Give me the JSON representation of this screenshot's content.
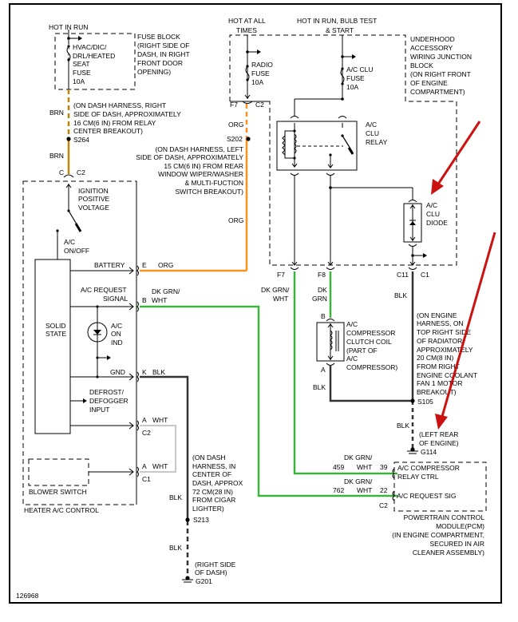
{
  "colors": {
    "brn": "#b8860b",
    "org": "#f7931e",
    "dkgrn_wht": "#3cb43c",
    "dk_grn": "#33bb22",
    "blk": "#333333",
    "wht": "#c8c8c8",
    "annotation_arrow": "#cc1111"
  },
  "fuse_block": {
    "power_label": "HOT IN RUN",
    "fuse_lines": [
      "HVAC/DIC/",
      "DRL/HEATED",
      "SEAT",
      "FUSE",
      "10A"
    ],
    "location_lines": [
      "FUSE BLOCK",
      "(RIGHT SIDE OF",
      "DASH, IN RIGHT",
      "FRONT DOOR",
      "OPENING)"
    ]
  },
  "underhood": {
    "power_label_1": [
      "HOT AT ALL",
      "TIMES"
    ],
    "power_label_2": [
      "HOT IN RUN, BULB TEST",
      "& START"
    ],
    "radio_fuse": [
      "RADIO",
      "FUSE",
      "10A"
    ],
    "ac_clu_fuse": [
      "A/C CLU",
      "FUSE",
      "10A"
    ],
    "location_lines": [
      "UNDERHOOD",
      "ACCESSORY",
      "WIRING JUNCTION",
      "BLOCK",
      "(ON RIGHT FRONT",
      "OF ENGINE",
      "COMPARTMENT)"
    ],
    "relay_label": [
      "A/C",
      "CLU",
      "RELAY"
    ],
    "diode_label": [
      "A/C",
      "CLU",
      "DIODE"
    ],
    "pins": {
      "f7_left": "F7",
      "c2": "C2",
      "f7": "F7",
      "f8": "F8",
      "c11": "C11",
      "c1": "C1"
    }
  },
  "left_harness": {
    "wire1": "BRN",
    "splice_note": [
      "(ON DASH HARNESS, RIGHT",
      "SIDE OF DASH, APPROXIMATELY",
      "16 CM(6 IN) FROM RELAY",
      "CENTER BREAKOUT)"
    ],
    "splice": "S264",
    "wire2": "BRN",
    "conn_c": "C",
    "conn_c2": "C2"
  },
  "org_harness": {
    "wire1": "ORG",
    "splice": "S202",
    "splice_note": [
      "(ON DASH HARNESS, LEFT",
      "SIDE OF DASH, APPROXIMATELY",
      "15 CM(6 IN) FROM REAR",
      "WINDOW WIPER/WASHER",
      "& MULTI-FUCTION",
      "SWITCH BREAKOUT)"
    ],
    "wire2": "ORG"
  },
  "heater_control": {
    "title": "HEATER A/C CONTROL",
    "ignition_label": [
      "IGNITION",
      "POSITIVE",
      "VOLTAGE"
    ],
    "switch_label": [
      "A/C",
      "ON/OFF"
    ],
    "solid_state": [
      "SOLID",
      "STATE"
    ],
    "ind_label": [
      "A/C",
      "ON",
      "IND"
    ],
    "defrost_label": [
      "DEFROST/",
      "DEFOGGER",
      "INPUT"
    ],
    "blower": "BLOWER SWITCH",
    "signals": {
      "battery": "BATTERY",
      "ac_request": [
        "A/C REQUEST",
        "SIGNAL"
      ],
      "gnd": "GND"
    },
    "pins": [
      {
        "pin": "E",
        "wire": "ORG"
      },
      {
        "pin": "B",
        "wire": "WHT",
        "wire_top": "DK GRN/"
      },
      {
        "pin": "K",
        "wire": "BLK"
      },
      {
        "pin": "A",
        "wire": "WHT",
        "conn": "C2"
      },
      {
        "pin": "A",
        "wire": "WHT",
        "conn": "C1"
      }
    ]
  },
  "ground_g201": {
    "wire1": "BLK",
    "splice_note": [
      "(ON DASH",
      "HARNESS, IN",
      "CENTER OF",
      "DASH, APPROX",
      "72 CM(28 IN)",
      "FROM CIGAR",
      "LIGHTER)"
    ],
    "splice": "S213",
    "wire2": "BLK",
    "ground_note": [
      "(RIGHT SIDE",
      "OF DASH)"
    ],
    "ground": "G201"
  },
  "compressor": {
    "wire_left": [
      "DK GRN/",
      "WHT"
    ],
    "wire_mid": [
      "DK",
      "GRN"
    ],
    "pin_b": "B",
    "pin_a": "A",
    "label": [
      "A/C",
      "COMPRESSOR",
      "CLUTCH COIL",
      "(PART OF",
      "A/C",
      "COMPRESSOR)"
    ],
    "wire_blk": "BLK"
  },
  "ground_g114": {
    "wire1": "BLK",
    "splice_note": [
      "(ON ENGINE",
      "HARNESS, ON",
      "TOP RIGHT SIDE",
      "OF RADIATOR",
      "APPROXIMATELY",
      "20 CM(8 IN)",
      "FROM RIGHT",
      "ENGINE COOLANT",
      "FAN 1 MOTOR",
      "BREAKOUT)"
    ],
    "splice": "S105",
    "wire2": "BLK",
    "ground_note": [
      "(LEFT REAR",
      "OF ENGINE)"
    ],
    "ground": "G114"
  },
  "pcm": {
    "circuit1": {
      "num": "459",
      "wire": [
        "DK GRN/",
        "WHT"
      ],
      "pin": "39",
      "label": [
        "A/C COMPRESSOR",
        "RELAY CTRL"
      ]
    },
    "circuit2": {
      "num": "762",
      "wire": [
        "DK GRN/",
        "WHT"
      ],
      "pin": "22",
      "label": "A/C REQUEST SIG"
    },
    "conn": "C2",
    "title": [
      "POWERTRAIN CONTROL",
      "MODULE(PCM)",
      "(IN ENGINE COMPARTMENT,",
      "SECURED IN AIR",
      "CLEANER ASSEMBLY)"
    ]
  },
  "figure_id": "126968"
}
